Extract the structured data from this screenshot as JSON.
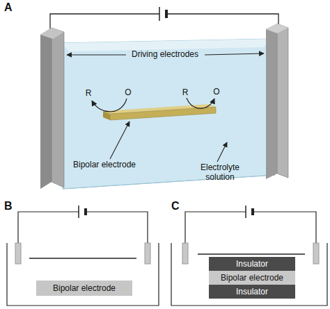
{
  "diagram": {
    "nodes": [
      {
        "text": [
          "Bipolar electrode"
        ]
      },
      {
        "text": [
          "Insulator"
        ]
      },
      {
        "text": [
          "Bipolar electrode"
        ]
      },
      {
        "text": [
          "Insulator"
        ]
      }
    ],
    "labels": [
      "A",
      "Driving electrodes",
      "R",
      "O",
      "R",
      "O",
      "Bipolar electrode",
      "Electrolyte solution",
      "B",
      "C"
    ]
  }
}
